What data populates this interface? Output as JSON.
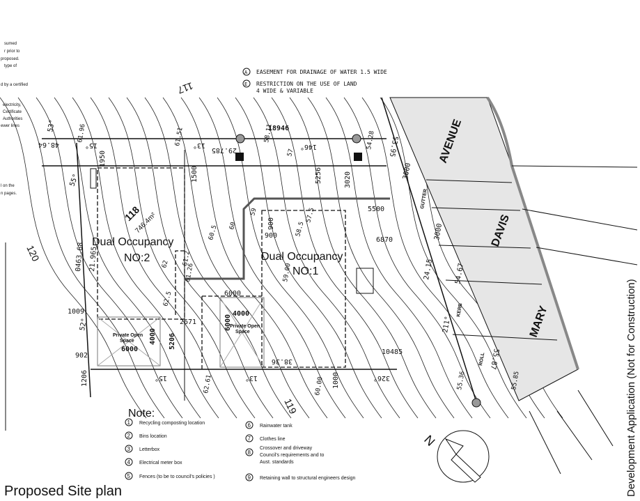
{
  "side_notes": [
    "sumed",
    "r prior to",
    "proposed.",
    "type of",
    "d by a certified",
    "electricity,",
    "Certificate",
    "Authorities",
    "ewer lines",
    "l on the",
    "n pages."
  ],
  "legend": {
    "a_symbol": "A",
    "a_text": "EASEMENT FOR DRAINAGE OF WATER 1.5 WIDE",
    "e_symbol": "E",
    "e_text_1": "RESTRICTION ON THE USE OF LAND",
    "e_text_2": "4 WIDE & VARIABLE"
  },
  "lots": {
    "lot_117": "117",
    "lot_120": "120",
    "lot_119": "119",
    "lot_118": "118",
    "area": "746.4m²"
  },
  "dwellings": {
    "dual2_line1": "Dual Occupancy",
    "dual2_line2": "NO:2",
    "dual1_line1": "Dual Occupancy",
    "dual1_line2": "NO:1",
    "pos_label_1": "Private Open",
    "pos_label_2": "Space"
  },
  "roads": {
    "avenue": "AVENUE",
    "davis": "DAVIS",
    "mary": "MARY",
    "gutter": "GUTTER",
    "kerb": "KERB",
    "roll": "ROLL"
  },
  "dimensions": {
    "d18946": "18946",
    "d29785": "29.785",
    "d1950": "1950",
    "d1500": "1500",
    "d5256": "5256",
    "d3020": "3020",
    "d5500": "5500",
    "d6870": "6870",
    "d900a": "900",
    "d900b": "900",
    "d6000a": "6000",
    "d4000a": "4000",
    "d6000b": "6000",
    "d4000b": "4000",
    "d6000c": "6000",
    "d2671": "2671",
    "d5206": "5206",
    "d1009": "1009",
    "d902": "902",
    "d1206": "1206",
    "d10485": "10485",
    "d3836": "38.36",
    "d1000": "1000",
    "d21965": "21.965",
    "d046368": "0463.68",
    "d4864": "48.64",
    "d3000a": "3000",
    "d3000b": "3000",
    "d5467": "54.67",
    "d2415": "24.15",
    "d5587": "55.87",
    "d326": "326°",
    "d146": "146°",
    "d15a": "15°",
    "d15b": "15°",
    "d13a": "13°",
    "d13b": "13°",
    "d53": "53°",
    "d55": "55°",
    "d52": "52°",
    "d211": "211°",
    "d5595": "53.95"
  },
  "levels": [
    "61.96",
    "61.51",
    "58.11",
    "54.28",
    "60.5",
    "60",
    "59",
    "58.5",
    "57.5",
    "57",
    "62",
    "61.26",
    "59.00",
    "62.5",
    "55.36",
    "55.85",
    "62.61",
    "60.00",
    "61.2"
  ],
  "note": {
    "title": "Note:",
    "items": [
      {
        "num": "1",
        "text": "Recycling composting location"
      },
      {
        "num": "2",
        "text": "Bins location"
      },
      {
        "num": "3",
        "text": "Letterbox"
      },
      {
        "num": "4",
        "text": "Electrical meter box"
      },
      {
        "num": "5",
        "text": "Fences (to be to council's policies )"
      },
      {
        "num": "6",
        "text": "Rainwater tank"
      },
      {
        "num": "7",
        "text": "Clothes line"
      },
      {
        "num": "8",
        "text": "Crossover and driveway",
        "text2": "Council's requirements and to",
        "text3": "Aust. standards"
      },
      {
        "num": "9",
        "text": "Retaining wall to structural engineers design"
      }
    ]
  },
  "north_label": "N",
  "title": "Proposed Site plan",
  "stamp": "Development Application (Not for Construction)"
}
